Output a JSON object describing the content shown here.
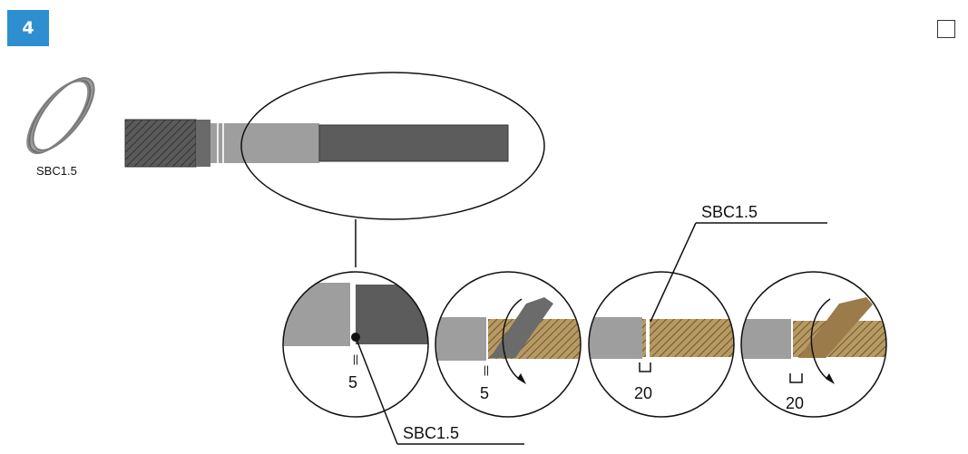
{
  "step": {
    "number": "4"
  },
  "checkbox": {
    "checked": false
  },
  "labels": {
    "coil_label": "SBC1.5",
    "callout_top": "SBC1.5",
    "callout_bottom": "SBC1.5",
    "dim_1": "5",
    "dim_2": "5",
    "dim_3": "20",
    "dim_4": "20"
  },
  "colors": {
    "badge": "#2e8fd0",
    "sheath": "#9a9a9a",
    "cable_dark": "#5a5a5a",
    "copper": "#a0824a"
  }
}
